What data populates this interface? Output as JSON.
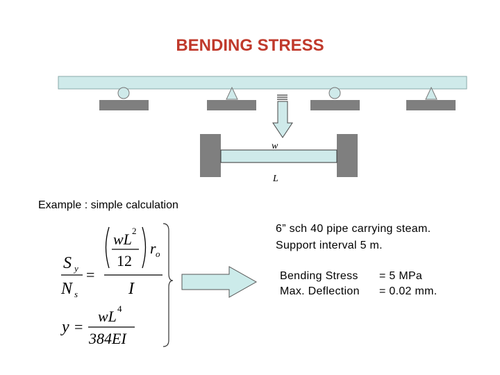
{
  "title": "BENDING STRESS",
  "diagram": {
    "load_label": "w",
    "length_label": "L"
  },
  "example_heading": "Example : simple calculation",
  "formulas": {
    "sy": "S",
    "sy_sub": "y",
    "ns": "N",
    "ns_sub": "s",
    "eq": "=",
    "wl2": "wL",
    "wl2_exp": "2",
    "twelve": "12",
    "ro": "r",
    "ro_sub": "o",
    "inertia": "I",
    "y": "y",
    "wl4": "wL",
    "wl4_exp": "4",
    "den": "384EI"
  },
  "description": {
    "line1": "6” sch 40 pipe carrying steam.",
    "line2": "Support interval 5 m."
  },
  "results": [
    {
      "label": "Bending Stress",
      "value": "= 5 MPa"
    },
    {
      "label": "Max. Deflection",
      "value": "= 0.02 mm."
    }
  ],
  "colors": {
    "title": "#c0392b",
    "pipe": "#cfeaea",
    "support": "#7f7f7f",
    "arrow_fill": "#ccebea"
  }
}
